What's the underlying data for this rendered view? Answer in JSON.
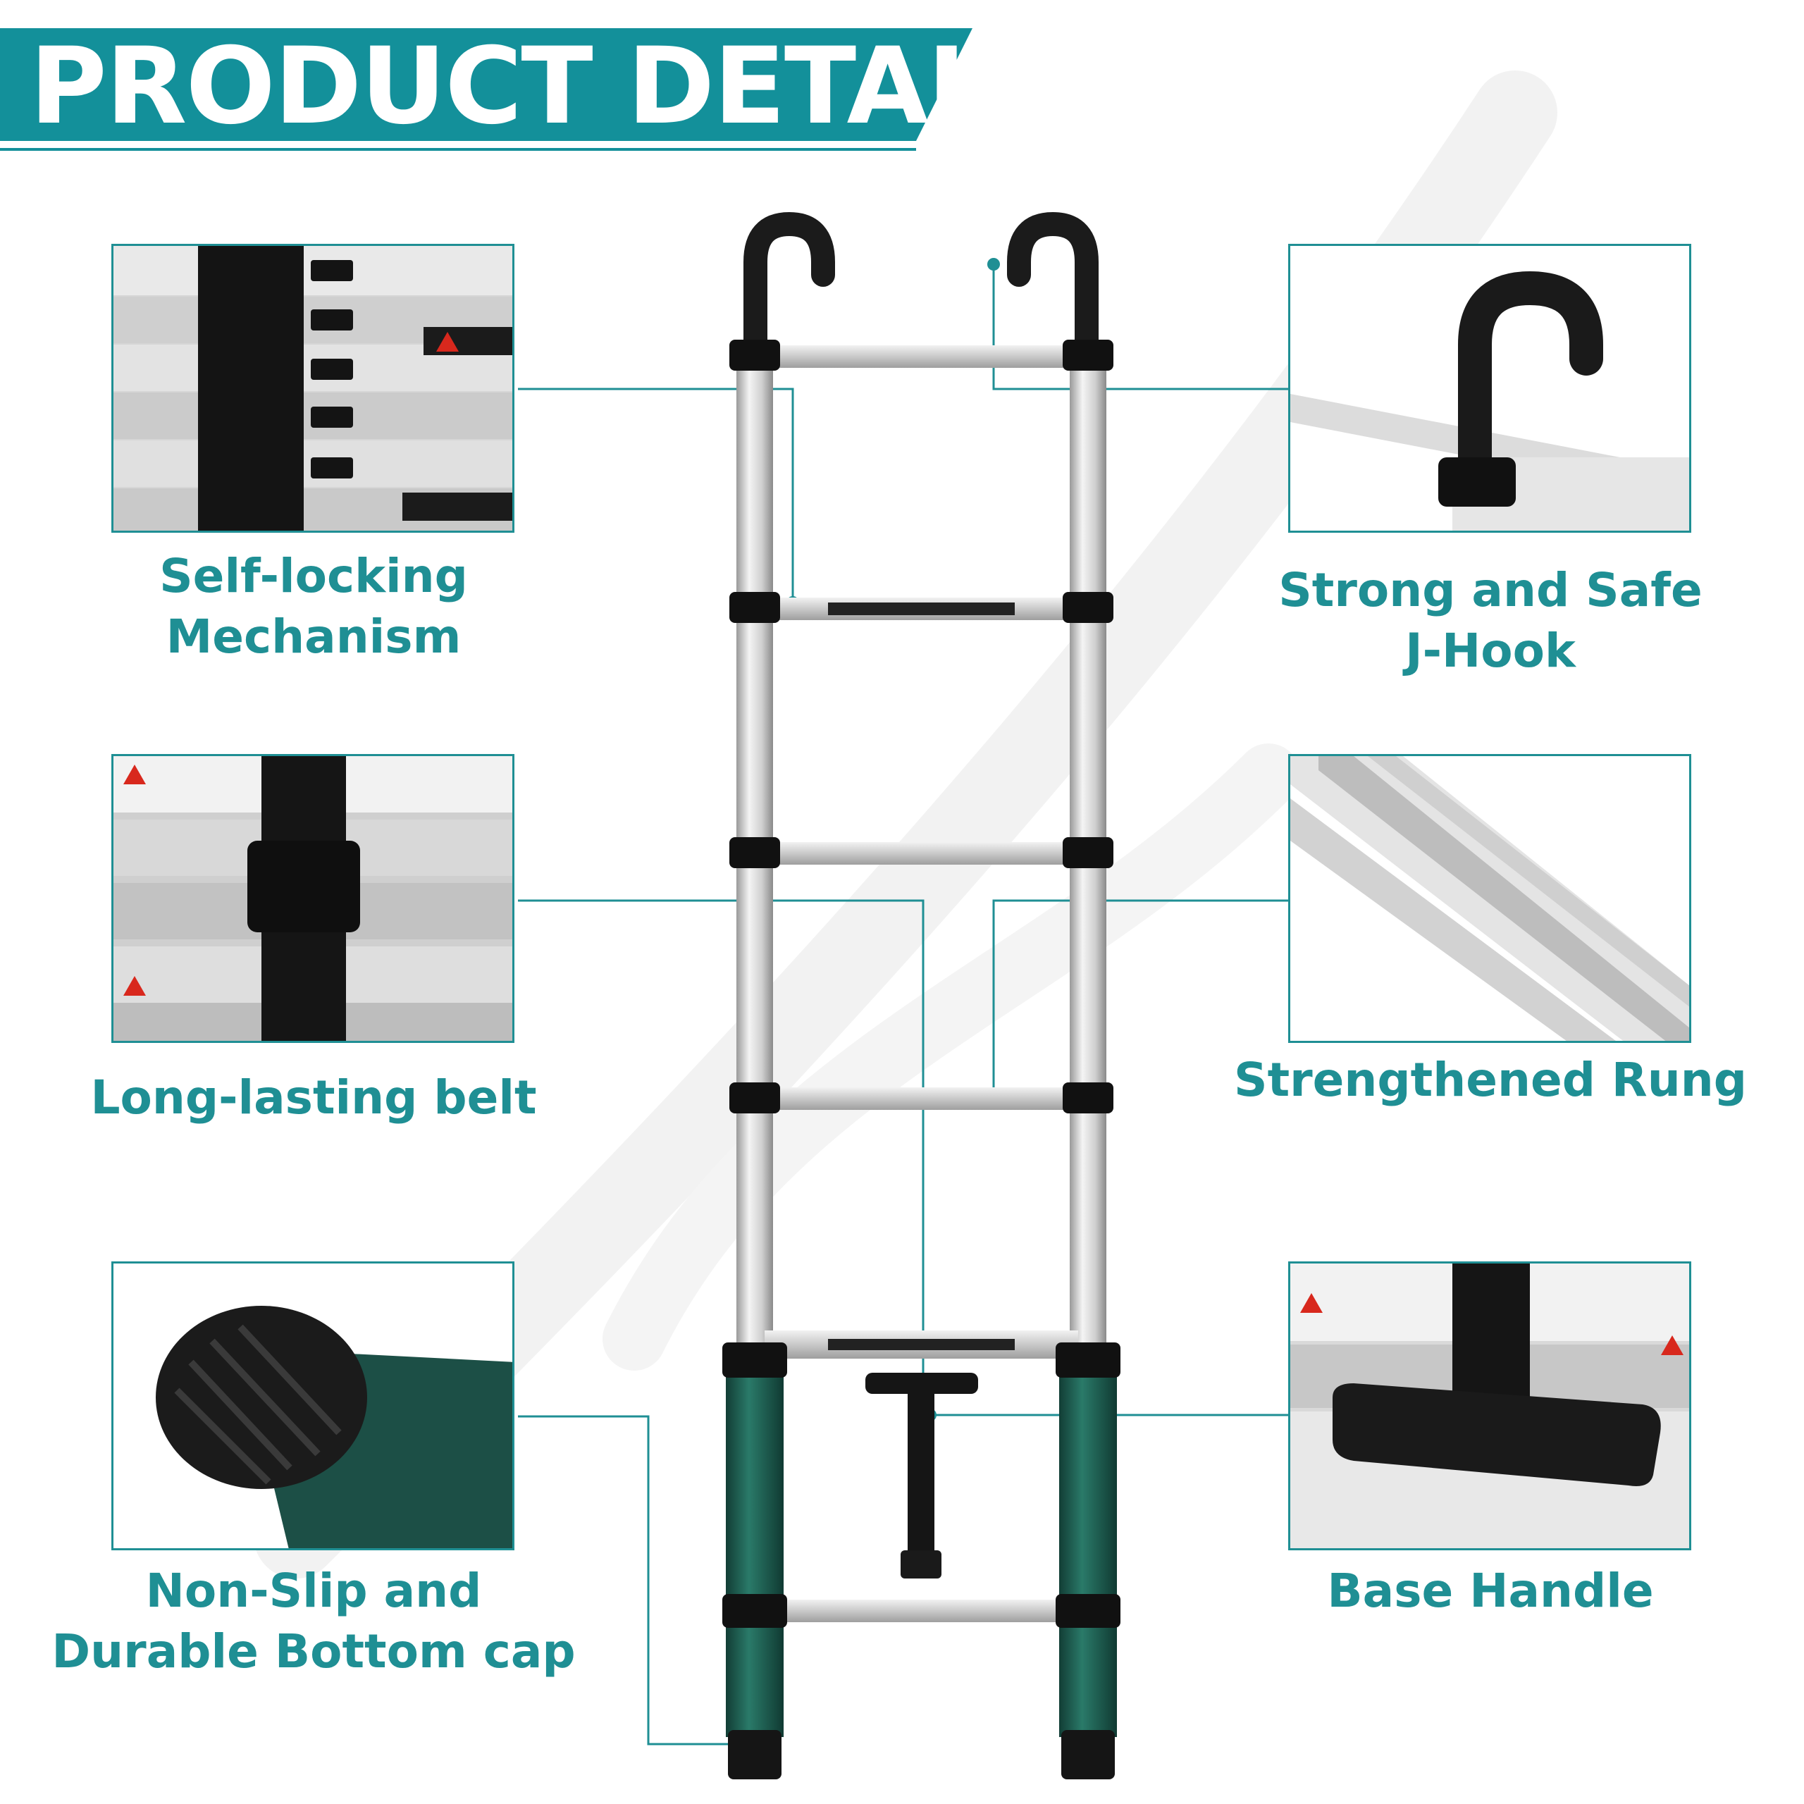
{
  "banner": {
    "title": "PRODUCT DETAILS"
  },
  "colors": {
    "accent": "#1f8f94",
    "banner": "#13909a",
    "ladder_green": "#1a5a4e"
  },
  "features": [
    {
      "id": "self-locking",
      "lines": [
        "Self-locking",
        "Mechanism"
      ]
    },
    {
      "id": "j-hook",
      "lines": [
        "Strong and Safe",
        "J-Hook"
      ]
    },
    {
      "id": "belt",
      "lines": [
        "Long-lasting belt"
      ]
    },
    {
      "id": "rung",
      "lines": [
        "Strengthened Rung"
      ]
    },
    {
      "id": "bottom-cap",
      "lines": [
        "Non-Slip and",
        "Durable Bottom cap"
      ]
    },
    {
      "id": "base-handle",
      "lines": [
        "Base Handle"
      ]
    }
  ]
}
